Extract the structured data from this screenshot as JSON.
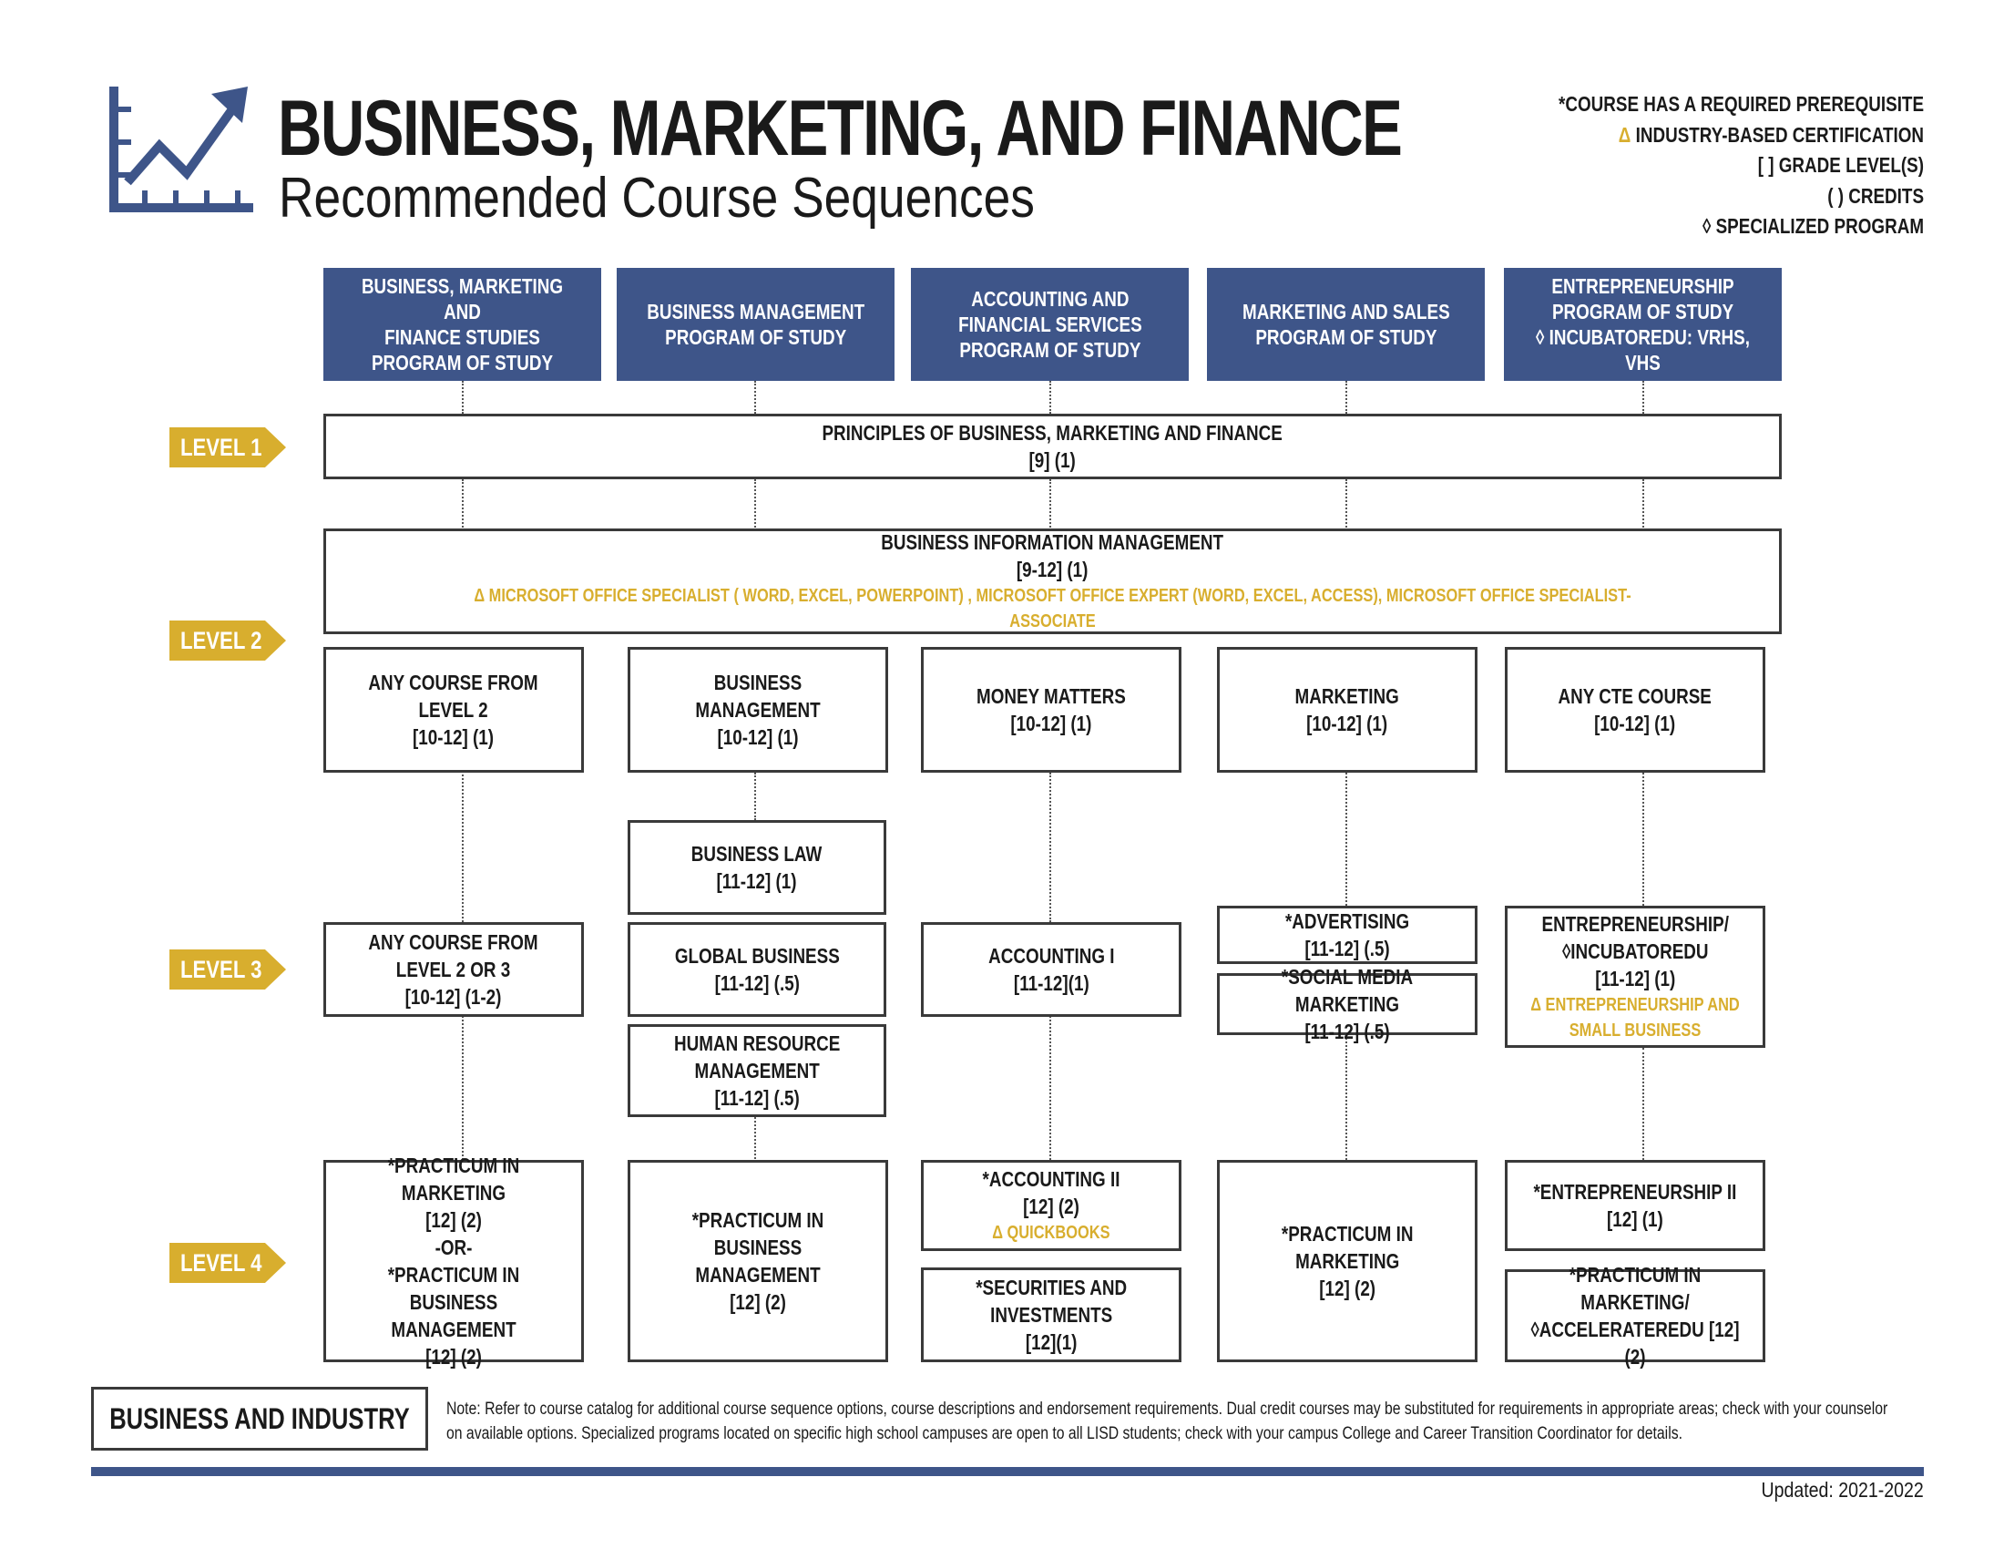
{
  "header": {
    "title": "BUSINESS, MARKETING, AND FINANCE",
    "subtitle": "Recommended Course Sequences"
  },
  "legend": [
    {
      "text": "*COURSE HAS A REQUIRED PREREQUISITE",
      "color": "#1a1a1a"
    },
    {
      "text": "Δ INDUSTRY-BASED CERTIFICATION",
      "color": "#1a1a1a"
    },
    {
      "text": "[ ] GRADE LEVEL(S)",
      "color": "#1a1a1a"
    },
    {
      "text": "( ) CREDITS",
      "color": "#1a1a1a"
    },
    {
      "text": "◊ SPECIALIZED PROGRAM",
      "color": "#1a1a1a"
    }
  ],
  "colors": {
    "navy": "#3e5589",
    "gold": "#d8ae2e",
    "border": "#3a3a3a"
  },
  "programs": [
    "BUSINESS, MARKETING AND\nFINANCE STUDIES\nPROGRAM OF STUDY",
    "BUSINESS MANAGEMENT\nPROGRAM OF STUDY",
    "ACCOUNTING AND\nFINANCIAL SERVICES\nPROGRAM OF STUDY",
    "MARKETING AND SALES\nPROGRAM OF STUDY",
    "ENTREPRENEURSHIP\nPROGRAM OF STUDY\n◊ INCUBATOREDU: VRHS, VHS"
  ],
  "levels": [
    "LEVEL 1",
    "LEVEL 2",
    "LEVEL 3",
    "LEVEL 4"
  ],
  "level1": {
    "text": "PRINCIPLES OF BUSINESS, MARKETING AND FINANCE\n[9] (1)"
  },
  "level2_shared": {
    "text": "BUSINESS INFORMATION MANAGEMENT\n[9-12] (1)",
    "cert": "Δ MICROSOFT OFFICE SPECIALIST ( WORD, EXCEL, POWERPOINT) , MICROSOFT OFFICE EXPERT (WORD, EXCEL, ACCESS), MICROSOFT OFFICE SPECIALIST- ASSOCIATE"
  },
  "level2": [
    "ANY COURSE FROM\nLEVEL 2\n[10-12] (1)",
    "BUSINESS MANAGEMENT\n[10-12] (1)",
    "MONEY MATTERS\n[10-12] (1)",
    "MARKETING\n[10-12] (1)",
    "ANY CTE COURSE\n[10-12] (1)"
  ],
  "level3": {
    "col1": "ANY COURSE FROM\nLEVEL 2 OR 3\n[10-12] (1-2)",
    "business_law": "BUSINESS LAW\n[11-12] (1)",
    "global_business": "GLOBAL BUSINESS\n[11-12] (.5)",
    "human_resource": "HUMAN RESOURCE\nMANAGEMENT\n[11-12] (.5)",
    "accounting1": "ACCOUNTING I\n[11-12](1)",
    "advertising": "*ADVERTISING\n[11-12] (.5)",
    "social_media": "*SOCIAL MEDIA MARKETING\n[11-12] (.5)",
    "entrepreneurship": "ENTREPRENEURSHIP/\n◊INCUBATOREDU\n[11-12] (1)",
    "entrepreneurship_cert": "Δ ENTREPRENEURSHIP AND\nSMALL BUSINESS"
  },
  "level4": {
    "col1": "*PRACTICUM IN MARKETING\n[12] (2)\n-OR-\n*PRACTICUM IN BUSINESS\nMANAGEMENT\n[12] (2)",
    "col2": "*PRACTICUM IN BUSINESS\nMANAGEMENT\n[12] (2)",
    "accounting2": "*ACCOUNTING II\n[12] (2)",
    "accounting2_cert": "Δ QUICKBOOKS",
    "securities": "*SECURITIES AND\nINVESTMENTS\n[12](1)",
    "col4": "*PRACTICUM IN\nMARKETING\n[12] (2)",
    "entrepreneurship2": "*ENTREPRENEURSHIP II\n[12] (1)",
    "practicum_accelerate": "*PRACTICUM IN MARKETING/\n◊ACCELERATEREDU [12] (2)"
  },
  "footer": {
    "cluster": "BUSINESS AND INDUSTRY",
    "note": "Note: Refer to course catalog for additional course sequence options, course descriptions and endorsement requirements. Dual credit courses may be substituted for requirements in appropriate areas; check with your counselor on available options. Specialized programs located on specific high school campuses are open to all LISD students; check with your campus College and Career Transition Coordinator for details.",
    "updated": "Updated: 2021-2022"
  }
}
